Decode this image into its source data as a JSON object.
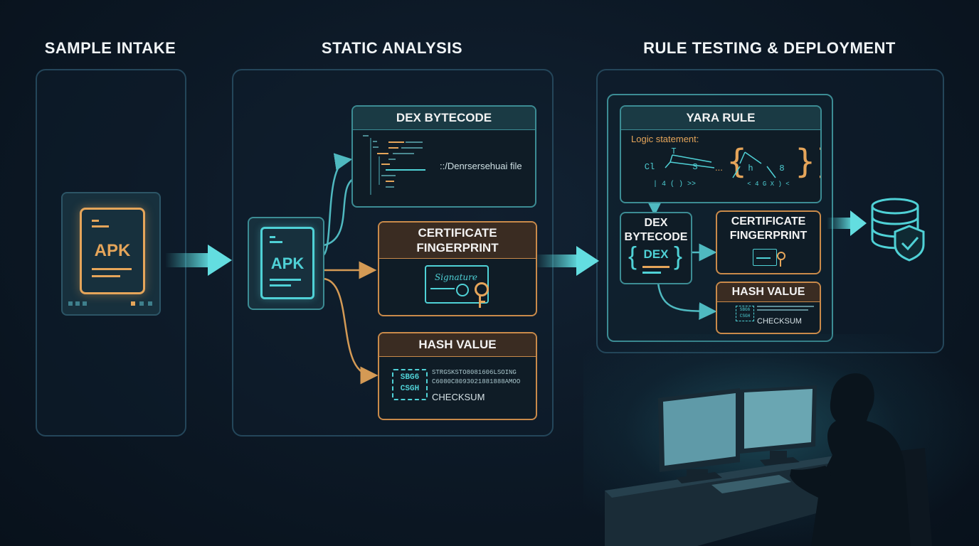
{
  "stages": {
    "intake": {
      "title": "SAMPLE INTAKE"
    },
    "static": {
      "title": "STATIC ANALYSIS"
    },
    "deploy": {
      "title": "RULE TESTING & DEPLOYMENT"
    }
  },
  "intake_apk": {
    "label": "APK"
  },
  "static_apk": {
    "label": "APK"
  },
  "dex_card": {
    "title": "DEX BYTECODE",
    "path": "::/Denrsersehuai file"
  },
  "cert_card": {
    "title": "CERTIFICATE FINGERPRINT",
    "signature": "Signature"
  },
  "hash_card": {
    "title": "HASH VALUE",
    "code_line1": "SBG6",
    "code_line2": "CSGH",
    "hash_line1": "STRGSKSTO8081606LSOING",
    "hash_line2": "C6080C8093021881888AMOO",
    "checksum": "CHECKSUM"
  },
  "yara_card": {
    "title": "YARA RULE",
    "logic_label": "Logic statement:",
    "tree1_root": "T",
    "tree1_left": "Cl",
    "tree1_right": "S",
    "tree1_leaves": "| 4 ( ) >>",
    "ellipsis": "...",
    "tree2_left": "h",
    "tree2_right": "8",
    "tree2_leaves": "< 4 G X ) <"
  },
  "deploy_dex": {
    "title": "DEX BYTECODE",
    "badge": "DEX"
  },
  "deploy_cert": {
    "title": "CERTIFICATE FINGERPRINT"
  },
  "deploy_hash": {
    "title": "HASH VALUE",
    "code_line1": "SBG6",
    "code_line2": "CSGH",
    "checksum": "CHECKSUM"
  },
  "icons": [
    "apk-file-icon",
    "code-lines-icon",
    "certificate-key-icon",
    "qr-hash-icon",
    "database-shield-icon",
    "analyst-workstation-icon",
    "flow-arrow-icon"
  ],
  "colors": {
    "teal": "#4fd1d6",
    "orange": "#e5a55a",
    "panel_border": "#24465a",
    "background": "#0c1825"
  }
}
